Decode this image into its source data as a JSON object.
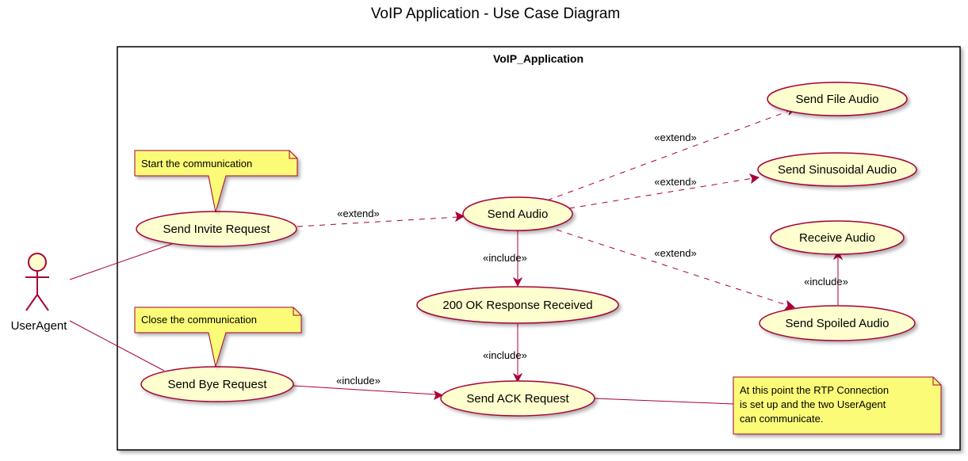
{
  "title": "VoIP Application - Use Case Diagram",
  "package": "VoIP_Application",
  "actor": "UserAgent",
  "use_cases": {
    "send_invite": "Send Invite Request",
    "send_bye": "Send Bye Request",
    "send_audio": "Send Audio",
    "ok_received": "200 OK Response Received",
    "send_ack": "Send ACK Request",
    "send_file_audio": "Send File Audio",
    "send_sinusoidal": "Send Sinusoidal Audio",
    "receive_audio": "Receive Audio",
    "send_spoiled": "Send Spoiled Audio"
  },
  "relations": {
    "extend": "«extend»",
    "include": "«include»"
  },
  "notes": {
    "start": "Start the communication",
    "close": "Close the communication",
    "rtp_line1": "At this point the RTP Connection",
    "rtp_line2": "is set up and the two UserAgent",
    "rtp_line3": "can communicate."
  },
  "colors": {
    "border": "#A80036",
    "usecase_fill": "#FEFECE",
    "note_fill": "#FBFB77"
  }
}
